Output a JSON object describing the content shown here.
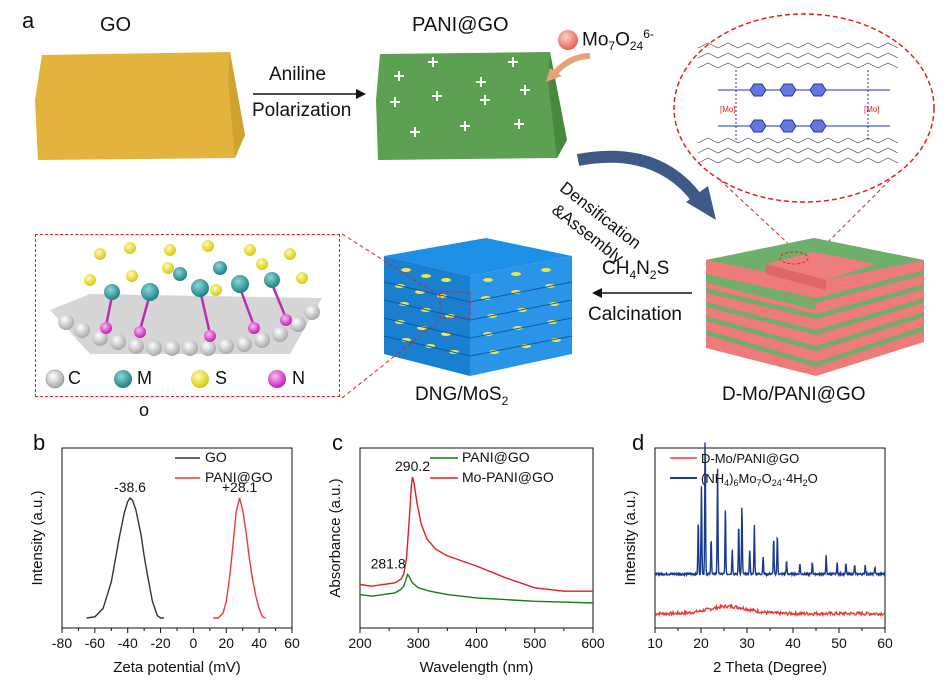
{
  "panels": {
    "a": "a",
    "b": "b",
    "c": "c",
    "d": "d"
  },
  "schematic": {
    "go_label": "GO",
    "pani_label": "PANI@GO",
    "mo_ion_base": "Mo",
    "mo_ion_sub1": "7",
    "mo_ion_mid": "O",
    "mo_ion_sub2": "24",
    "mo_ion_sup": "6-",
    "step1_line1": "Aniline",
    "step1_line2": "Polarization",
    "step2_line1": "Densification",
    "step2_line2": "&Assembly",
    "step3_ch": "CH",
    "step3_sub1": "4",
    "step3_n": "N",
    "step3_sub2": "2",
    "step3_s": "S",
    "step3_line2": "Calcination",
    "dmo_label": "D-Mo/PANI@GO",
    "dng_label_base": "DNG/MoS",
    "dng_label_sub": "2",
    "mo_tag": "[Mo]",
    "legend": [
      {
        "label": "C",
        "color": "#9a9a9a"
      },
      {
        "label": "M",
        "color": "#2a8f8f"
      },
      {
        "label": "S",
        "color": "#e8de2c"
      },
      {
        "label": "N",
        "color": "#d93bd0"
      }
    ],
    "legend_o": "o",
    "colors": {
      "go": "#e2b43e",
      "pani": "#5ca152",
      "pink": "#ee7a7a",
      "blue": "#1e8fe6",
      "yellow": "#f2e34a"
    }
  },
  "chart_data": [
    {
      "panel": "b",
      "type": "line",
      "xlabel": "Zeta potential (mV)",
      "ylabel": "Intensity (a.u.)",
      "xlim": [
        -80,
        60
      ],
      "xticks": [
        -80,
        -60,
        -40,
        -20,
        0,
        20,
        40,
        60
      ],
      "series": [
        {
          "name": "GO",
          "color": "#333333",
          "peak": -38.6,
          "x": [
            -65,
            -60,
            -55,
            -50,
            -45,
            -42,
            -40,
            -38.6,
            -37,
            -35,
            -32,
            -30,
            -28,
            -25,
            -22,
            -20,
            -18
          ],
          "y": [
            0.0,
            0.01,
            0.08,
            0.3,
            0.68,
            0.88,
            0.97,
            1.0,
            0.98,
            0.9,
            0.7,
            0.52,
            0.36,
            0.14,
            0.02,
            0.0,
            0.0
          ]
        },
        {
          "name": "PANI@GO",
          "color": "#e83a3a",
          "peak": 28.1,
          "x": [
            12,
            15,
            18,
            20,
            22,
            24,
            26,
            28.1,
            30,
            32,
            34,
            36,
            38,
            40,
            42,
            44
          ],
          "y": [
            0.0,
            0.0,
            0.04,
            0.14,
            0.34,
            0.6,
            0.88,
            1.0,
            0.9,
            0.72,
            0.5,
            0.32,
            0.18,
            0.08,
            0.01,
            0.0
          ]
        }
      ],
      "annotations": [
        {
          "text": "-38.6",
          "x": -38.6
        },
        {
          "text": "+28.1",
          "x": 28.1
        }
      ]
    },
    {
      "panel": "c",
      "type": "line",
      "xlabel": "Wavelength (nm)",
      "ylabel": "Absorbance (a.u.)",
      "xlim": [
        200,
        600
      ],
      "xticks": [
        200,
        300,
        400,
        500,
        600
      ],
      "series": [
        {
          "name": "PANI@GO",
          "color": "#1a7a1a",
          "x": [
            200,
            220,
            240,
            260,
            270,
            275,
            280,
            281.8,
            284,
            290,
            300,
            320,
            350,
            400,
            450,
            500,
            550,
            600
          ],
          "y": [
            0.08,
            0.07,
            0.08,
            0.09,
            0.11,
            0.13,
            0.18,
            0.2,
            0.19,
            0.15,
            0.12,
            0.1,
            0.08,
            0.06,
            0.05,
            0.04,
            0.035,
            0.03
          ]
        },
        {
          "name": "Mo-PANI@GO",
          "color": "#e02020",
          "x": [
            200,
            220,
            240,
            260,
            270,
            275,
            280,
            285,
            288,
            290.2,
            293,
            298,
            305,
            315,
            330,
            350,
            400,
            450,
            500,
            550,
            600
          ],
          "y": [
            0.14,
            0.13,
            0.14,
            0.15,
            0.17,
            0.2,
            0.3,
            0.55,
            0.72,
            0.78,
            0.74,
            0.62,
            0.5,
            0.41,
            0.35,
            0.31,
            0.25,
            0.18,
            0.12,
            0.1,
            0.1
          ]
        }
      ],
      "annotations": [
        {
          "text": "290.2",
          "x": 290.2
        },
        {
          "text": "281.8",
          "x": 281.8
        }
      ]
    },
    {
      "panel": "d",
      "type": "line",
      "xlabel": "2 Theta (Degree)",
      "ylabel": "Intensity (a.u.)",
      "xlim": [
        10,
        60
      ],
      "xticks": [
        10,
        20,
        30,
        40,
        50,
        60
      ],
      "series": [
        {
          "name": "D-Mo/PANI@GO",
          "color": "#e83a3a",
          "baseline": 0.08,
          "broad_hump_center": 26
        },
        {
          "name": "(NH4)6Mo7O24·4H2O",
          "color": "#1a3a8f",
          "baseline": 0.3,
          "peaks": [
            {
              "x": 19.4,
              "h": 0.3
            },
            {
              "x": 20.1,
              "h": 0.5
            },
            {
              "x": 20.9,
              "h": 0.75
            },
            {
              "x": 22.2,
              "h": 0.2
            },
            {
              "x": 23.6,
              "h": 0.58
            },
            {
              "x": 25.3,
              "h": 0.36
            },
            {
              "x": 26.8,
              "h": 0.14
            },
            {
              "x": 28.2,
              "h": 0.28
            },
            {
              "x": 28.9,
              "h": 0.38
            },
            {
              "x": 30.6,
              "h": 0.14
            },
            {
              "x": 31.6,
              "h": 0.27
            },
            {
              "x": 33.5,
              "h": 0.1
            },
            {
              "x": 35.8,
              "h": 0.2
            },
            {
              "x": 36.6,
              "h": 0.22
            },
            {
              "x": 38.6,
              "h": 0.07
            },
            {
              "x": 41.5,
              "h": 0.06
            },
            {
              "x": 44.2,
              "h": 0.07
            },
            {
              "x": 47.2,
              "h": 0.1
            },
            {
              "x": 49.6,
              "h": 0.06
            },
            {
              "x": 51.5,
              "h": 0.06
            },
            {
              "x": 53.4,
              "h": 0.05
            },
            {
              "x": 55.7,
              "h": 0.05
            },
            {
              "x": 57.8,
              "h": 0.04
            }
          ]
        }
      ],
      "legend_label_red": "D-Mo/PANI@GO",
      "legend_label_blue_parts": [
        "(NH",
        "4",
        ")",
        "6",
        "Mo",
        "7",
        "O",
        "24",
        "·4H",
        "2",
        "O"
      ]
    }
  ]
}
